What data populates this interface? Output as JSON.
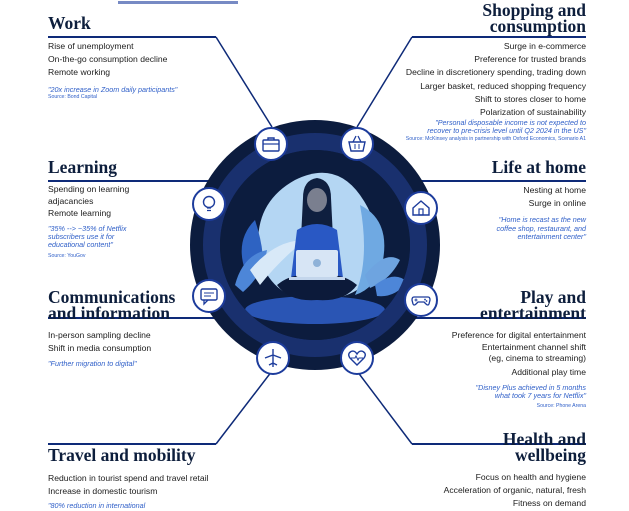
{
  "sections": {
    "work": {
      "title": "Work",
      "items": [
        "Rise of unemployment",
        "On-the-go consumption decline",
        "Remote working"
      ],
      "quote": "\"20x increase in Zoom daily participants\"",
      "source": "Source: Bond Capital"
    },
    "shopping": {
      "title_line1": "Shopping and",
      "title_line2": "consumption",
      "items": [
        "Surge in e-commerce",
        "Preference for trusted brands",
        "Decline in discretionery spending, trading down",
        "Larger basket, reduced shopping frequency",
        "Shift to stores closer to home",
        "Polarization of sustainability"
      ],
      "quote_line1": "\"Personal disposable income is not expected to",
      "quote_line2": "recover to pre-crisis level until Q2 2024 in the US\"",
      "source": "Source: McKinsey analysis in partnership with Oxford Economics, Scenario A1"
    },
    "learning": {
      "title": "Learning",
      "items": [
        "Spending on learning",
        "adjacancies",
        "Remote learning"
      ],
      "quote_line1": "\"35% --> ~35% of Netflix",
      "quote_line2": "subscribers use it for",
      "quote_line3": "educational content\"",
      "source": "Source: YouGov"
    },
    "home": {
      "title": "Life at home",
      "items": [
        "Nesting at home",
        "Surge in online"
      ],
      "quote_line1": "\"Home is recast as the new",
      "quote_line2": "coffee shop, restaurant, and",
      "quote_line3": "entertainment center\""
    },
    "communications": {
      "title_line1": "Communications",
      "title_line2": "and information",
      "items": [
        "In-person sampling decline",
        "Shift in media consumption"
      ],
      "quote": "\"Further migration to digital\""
    },
    "play": {
      "title_line1": "Play and",
      "title_line2": "entertainment",
      "items": [
        "Preference for digital entertainment",
        "Entertainment channel shift",
        "(eg, cinema to streaming)",
        "Additional play time"
      ],
      "quote_line1": "\"Disney Plus achieved in 5 months",
      "quote_line2": "what took 7 years for Netflix\"",
      "source": "Source: Phone Arena"
    },
    "travel": {
      "title": "Travel and mobility",
      "items": [
        "Reduction in tourist spend and travel retail",
        "Increase in domestic tourism"
      ],
      "quote": "\"80% reduction in international"
    },
    "health": {
      "title_line1": "Health and",
      "title_line2": "wellbeing",
      "items": [
        "Focus on health and hygiene",
        "Acceleration of organic, natural, fresh",
        "Fitness on demand"
      ]
    }
  },
  "icons": [
    "briefcase-icon",
    "basket-icon",
    "lightbulb-icon",
    "house-icon",
    "chat-icon",
    "gamepad-icon",
    "airplane-icon",
    "heart-icon"
  ],
  "colors": {
    "navy": "#0d1e3c",
    "ring": "#1c2f6e",
    "accent_blue": "#2f5fc8",
    "light_blue": "#a9cdf0"
  }
}
